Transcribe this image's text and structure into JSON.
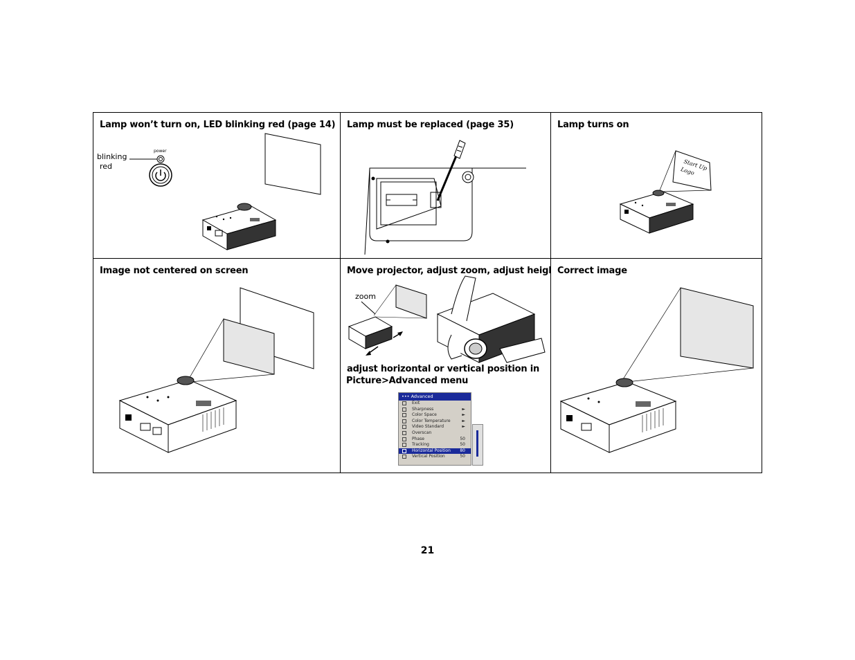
{
  "cells": [
    {
      "title": "Lamp won’t turn on, LED blinking red (page 14)",
      "labels": {
        "blinking": "blinking",
        "red": "red",
        "power": "power"
      }
    },
    {
      "title": "Lamp must be replaced (page 35)"
    },
    {
      "title": "Lamp turns on",
      "screen_text": [
        "Start Up",
        "Logo"
      ]
    },
    {
      "title": "Image not centered on screen"
    },
    {
      "title": "Move projector, adjust zoom, adjust height",
      "zoom_label": "zoom",
      "caption_line1": "adjust horizontal or vertical position in",
      "caption_line2": "Picture>Advanced menu"
    },
    {
      "title": "Correct image"
    }
  ],
  "menu": {
    "header": "Advanced",
    "items": [
      {
        "label": "Exit",
        "value": ""
      },
      {
        "label": "Sharpness",
        "value": "►"
      },
      {
        "label": "Color Space",
        "value": "►"
      },
      {
        "label": "Color Temperature",
        "value": "►"
      },
      {
        "label": "Video Standard",
        "value": "►"
      },
      {
        "label": "Overscan",
        "value": ""
      },
      {
        "label": "Phase",
        "value": "50"
      },
      {
        "label": "Tracking",
        "value": "50"
      },
      {
        "label": "Horizontal Position",
        "value": "80",
        "selected": true
      },
      {
        "label": "Vertical Position",
        "value": "50"
      }
    ]
  },
  "page_number": "21"
}
